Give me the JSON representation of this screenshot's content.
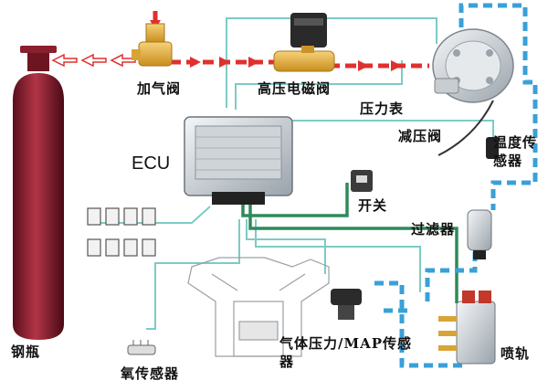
{
  "labels": {
    "tank": "钢瓶",
    "fill_valve": "加气阀",
    "solenoid_valve": "高压电磁阀",
    "pressure_gauge": "压力表",
    "reducer": "减压阀",
    "temp_sensor": "温度传感器",
    "ecu": "ECU",
    "switch": "开关",
    "filter": "过滤器",
    "oxygen_sensor": "氧传感器",
    "map_sensor": "气体压力/MAP传感器",
    "injector_rail": "喷轨"
  },
  "colors": {
    "gas_flow": "#e0302e",
    "coolant_flow": "#3aa0d8",
    "wire_green": "#2f8a5a",
    "wire_teal": "#7ccbc7",
    "tank": "#8a1f2e",
    "brass": "#e8b63a",
    "outline": "#333333"
  },
  "icons": [
    "switch-icon",
    "flow-arrow-icon"
  ]
}
